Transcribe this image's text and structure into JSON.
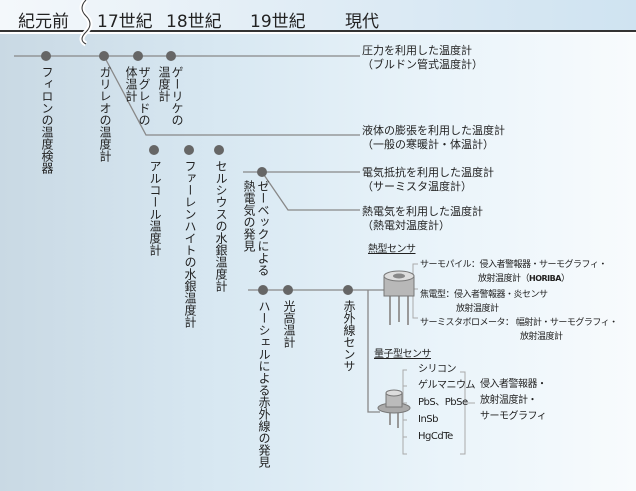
{
  "header": {
    "eras": [
      "紀元前",
      "17世紀",
      "18世紀",
      "19世紀",
      "現代"
    ]
  },
  "events": {
    "philon": "フィロンの温度検器",
    "galileo": "ガリレオの温度計",
    "sagredo_1": "ザグレドの",
    "sagredo_2": "体温計",
    "guericke_1": "ゲーリケの",
    "guericke_2": "温度計",
    "alcohol": "アルコール温度計",
    "fahrenheit": "ファーレンハイトの水銀温度計",
    "celsius": "セルシウスの水銀温度計",
    "seebeck_1": "ゼーベックによる",
    "seebeck_2": "熱電気の発見",
    "herschel": "ハーシェルによる赤外線の発見",
    "optical": "光高温計",
    "ir_sensor": "赤外線センサ"
  },
  "categories": {
    "pressure": [
      "圧力を利用した温度計",
      "（ブルドン管式温度計）"
    ],
    "liquid": [
      "液体の膨張を利用した温度計",
      "（一般の寒暖計・体温計）"
    ],
    "resistance": [
      "電気抵抗を利用した温度計",
      "（サーミスタ温度計）"
    ],
    "thermoelectric": [
      "熱電気を利用した温度計",
      "（熱電対温度計）"
    ]
  },
  "thermal_sensor": {
    "title": "熱型センサ",
    "items": [
      "サーモパイル：侵入者警報器・サーモグラフィ・",
      "放射温度計（",
      "HORIBA",
      "）",
      "焦電型：侵入者警報器・炎センサ",
      "放射温度計",
      "サーミスタボロメータ：  幅射計・サーモグラフィ・",
      "放射温度計"
    ]
  },
  "quantum_sensor": {
    "title": "量子型センサ",
    "materials": [
      "シリコン",
      "ゲルマニウム",
      "PbS、PbSe",
      "InSb",
      "HgCdTe"
    ],
    "uses": [
      "侵入者警報器・",
      "放射温度計・",
      "サーモグラフィ"
    ]
  }
}
